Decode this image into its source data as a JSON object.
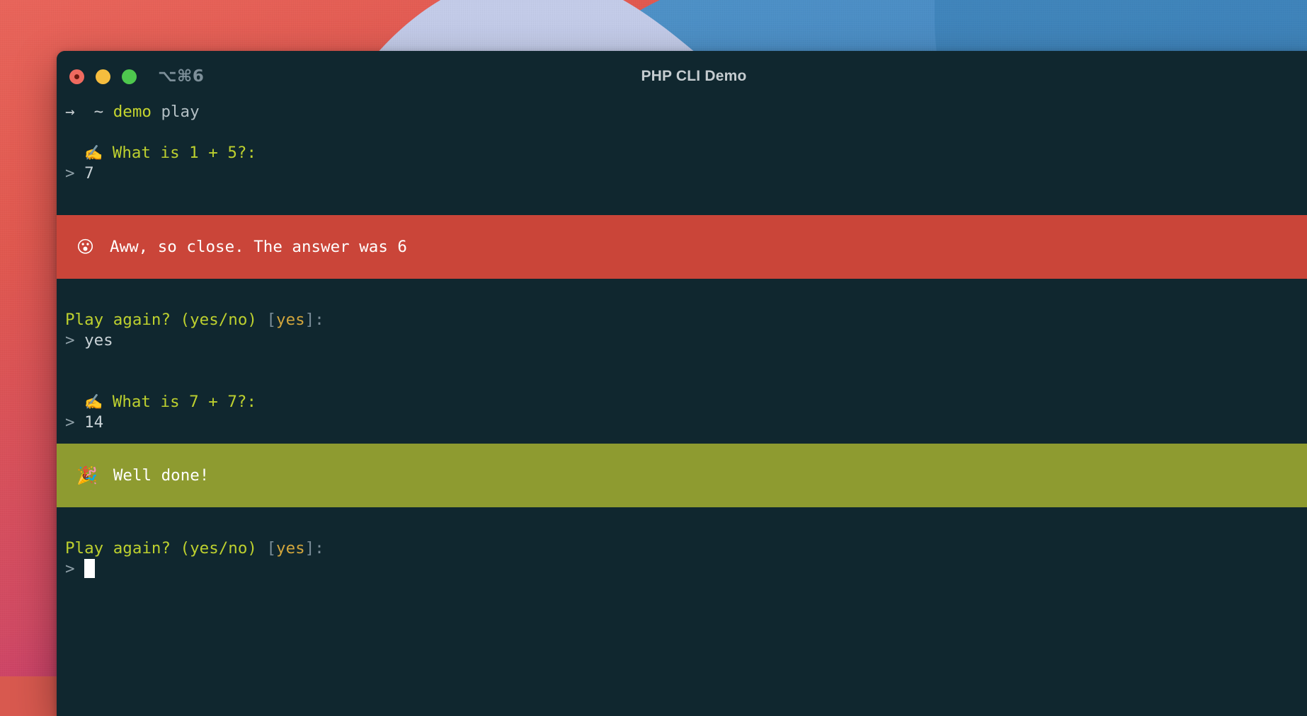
{
  "window": {
    "title": "PHP CLI Demo",
    "shortcut": "⌥⌘6",
    "traffic_lights": [
      {
        "name": "close",
        "color": "#ef6a5f"
      },
      {
        "name": "minimize",
        "color": "#f6bd3e"
      },
      {
        "name": "maximize",
        "color": "#4ec84e"
      }
    ]
  },
  "colors": {
    "terminal_background": "#10272f",
    "error_banner": "#ca4539",
    "success_banner": "#8e9b30",
    "prompt_green": "#c5d52f",
    "question_green": "#bdd02f",
    "default_amber": "#d2a63c",
    "muted_gray": "#7b8d98",
    "answer_gray": "#c9d2d6"
  },
  "terminal": {
    "prompt": {
      "arrow": "→",
      "path": "~",
      "command": "demo",
      "argument": "play"
    },
    "round_one": {
      "question_emoji": "✍️",
      "question": "What is 1 + 5?:",
      "answer_prompt": ">",
      "answer": "7",
      "result_emoji": "😮",
      "result_text": "Aww, so close. The answer was 6",
      "result_kind": "error"
    },
    "replay_one": {
      "text": "Play again? (yes/no)",
      "bracket_open": "[",
      "default_value": "yes",
      "bracket_close": "]",
      "colon": ":",
      "answer_prompt": ">",
      "answer": "yes"
    },
    "round_two": {
      "question_emoji": "✍️",
      "question": "What is 7 + 7?:",
      "answer_prompt": ">",
      "answer": "14",
      "result_emoji": "🎉",
      "result_text": "Well done!",
      "result_kind": "success"
    },
    "replay_two": {
      "text": "Play again? (yes/no)",
      "bracket_open": "[",
      "default_value": "yes",
      "bracket_close": "]",
      "colon": ":",
      "answer_prompt": ">",
      "answer": ""
    }
  }
}
